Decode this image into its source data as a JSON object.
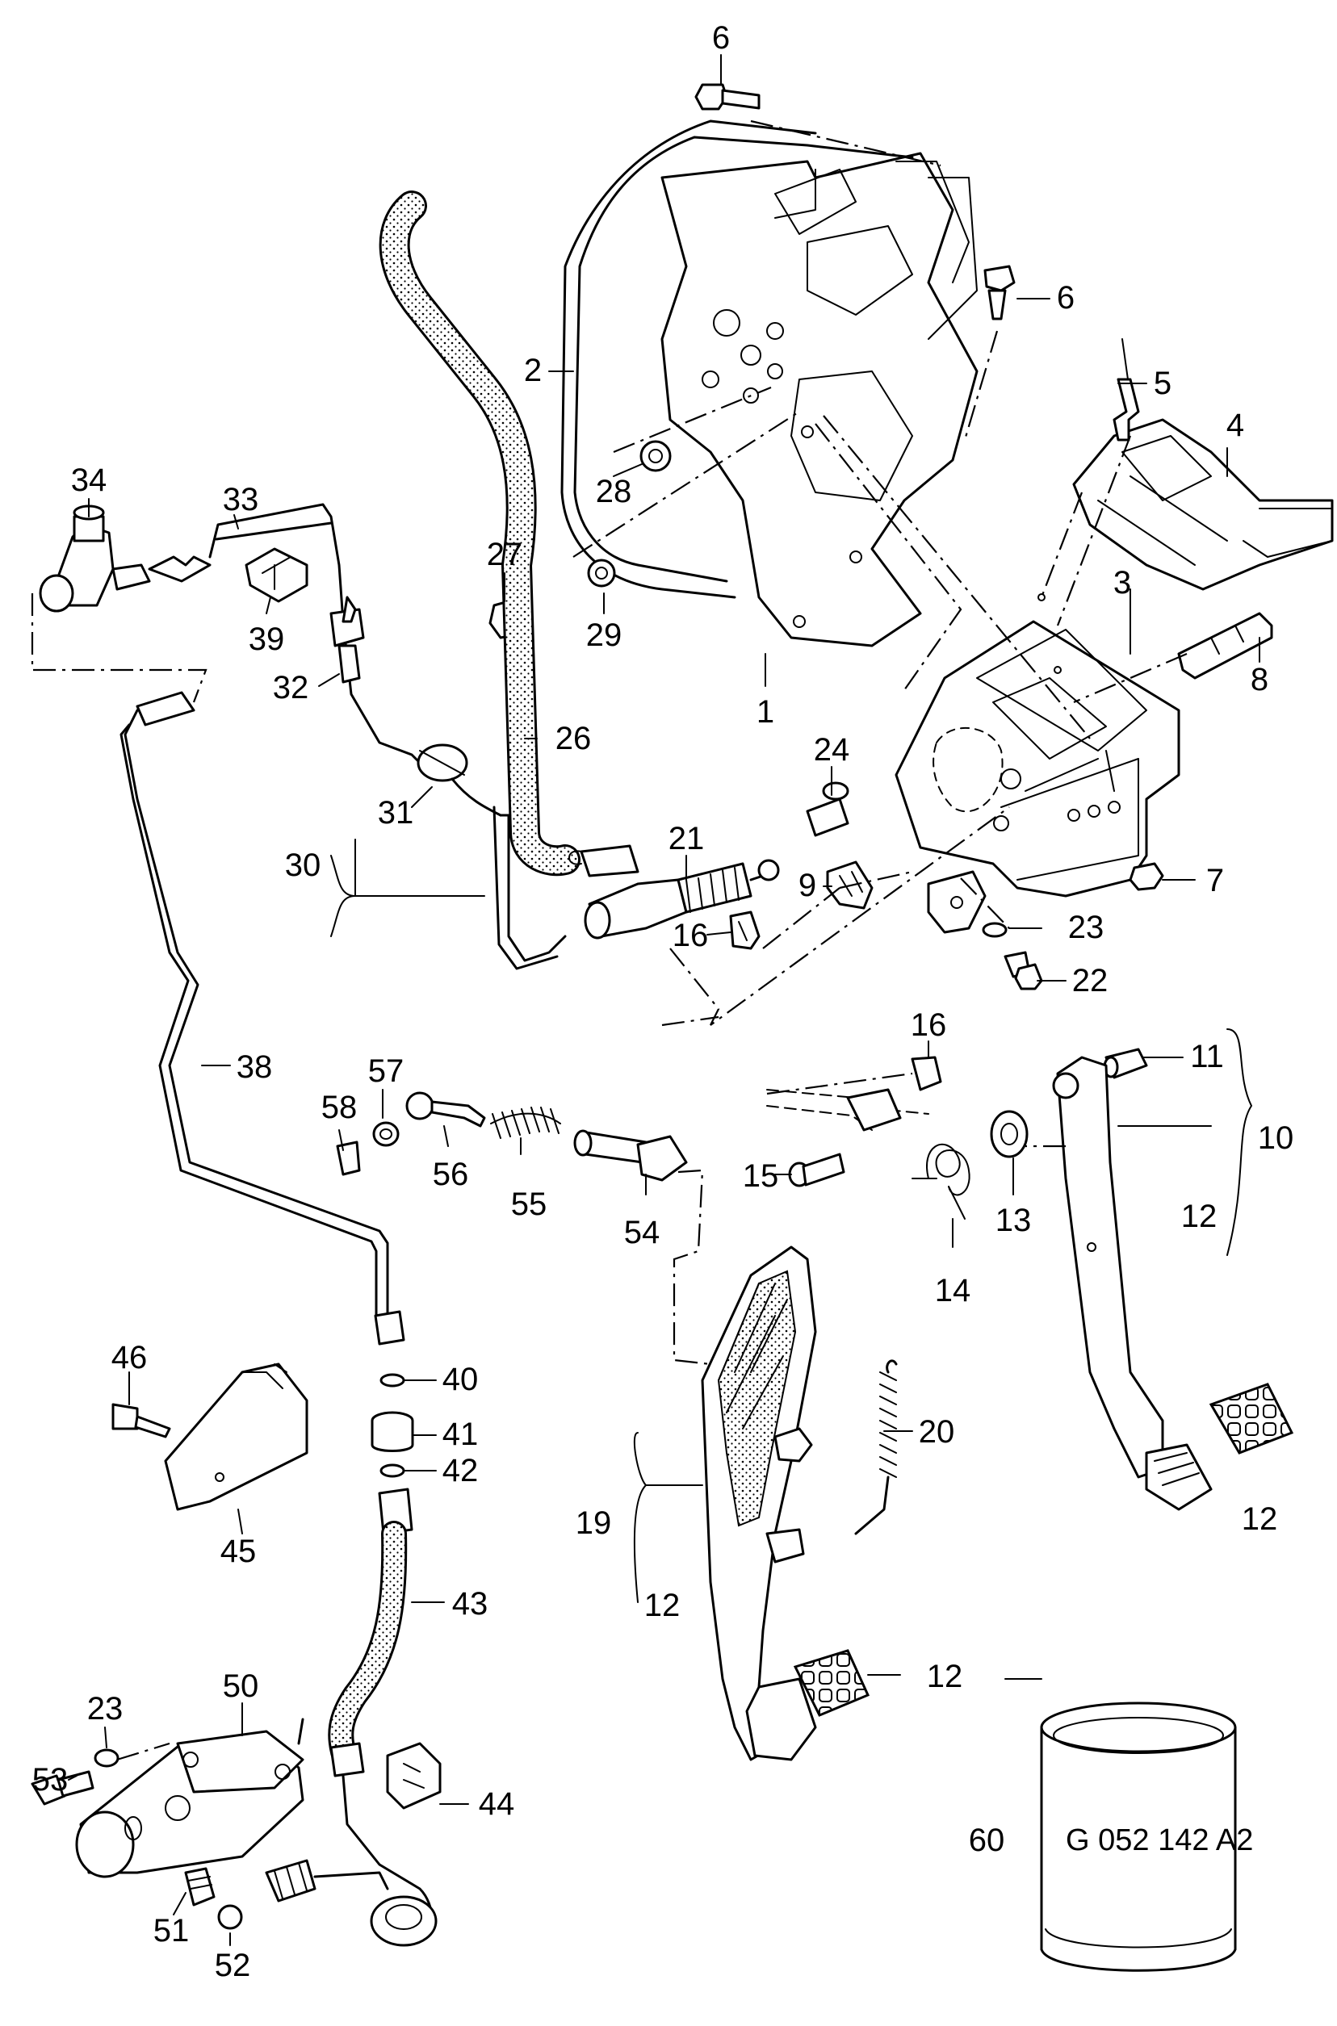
{
  "diagram": {
    "labels": [
      {
        "id": "l6a",
        "text": "6"
      },
      {
        "id": "l6b",
        "text": "6"
      },
      {
        "id": "l5",
        "text": "5"
      },
      {
        "id": "l4",
        "text": "4"
      },
      {
        "id": "l2",
        "text": "2"
      },
      {
        "id": "l3",
        "text": "3"
      },
      {
        "id": "l8",
        "text": "8"
      },
      {
        "id": "l28",
        "text": "28"
      },
      {
        "id": "l27",
        "text": "27"
      },
      {
        "id": "l29",
        "text": "29"
      },
      {
        "id": "l1",
        "text": "1"
      },
      {
        "id": "l34",
        "text": "34"
      },
      {
        "id": "l33",
        "text": "33"
      },
      {
        "id": "l39",
        "text": "39"
      },
      {
        "id": "l32",
        "text": "32"
      },
      {
        "id": "l26",
        "text": "26"
      },
      {
        "id": "l24",
        "text": "24"
      },
      {
        "id": "l21",
        "text": "21"
      },
      {
        "id": "l31",
        "text": "31"
      },
      {
        "id": "l30",
        "text": "30"
      },
      {
        "id": "l9",
        "text": "9"
      },
      {
        "id": "l16a",
        "text": "16"
      },
      {
        "id": "l7",
        "text": "7"
      },
      {
        "id": "l23a",
        "text": "23"
      },
      {
        "id": "l22",
        "text": "22"
      },
      {
        "id": "l38",
        "text": "38"
      },
      {
        "id": "l57",
        "text": "57"
      },
      {
        "id": "l58",
        "text": "58"
      },
      {
        "id": "l56",
        "text": "56"
      },
      {
        "id": "l55",
        "text": "55"
      },
      {
        "id": "l54",
        "text": "54"
      },
      {
        "id": "l16b",
        "text": "16"
      },
      {
        "id": "l15",
        "text": "15"
      },
      {
        "id": "l13",
        "text": "13"
      },
      {
        "id": "l14",
        "text": "14"
      },
      {
        "id": "l11",
        "text": "11"
      },
      {
        "id": "l10",
        "text": "10"
      },
      {
        "id": "l12a",
        "text": "12"
      },
      {
        "id": "l46",
        "text": "46"
      },
      {
        "id": "l40",
        "text": "40"
      },
      {
        "id": "l41",
        "text": "41"
      },
      {
        "id": "l42",
        "text": "42"
      },
      {
        "id": "l45",
        "text": "45"
      },
      {
        "id": "l20",
        "text": "20"
      },
      {
        "id": "l19",
        "text": "19"
      },
      {
        "id": "l12b",
        "text": "12"
      },
      {
        "id": "l12c",
        "text": "12"
      },
      {
        "id": "l43",
        "text": "43"
      },
      {
        "id": "l23b",
        "text": "23"
      },
      {
        "id": "l50",
        "text": "50"
      },
      {
        "id": "l53",
        "text": "53"
      },
      {
        "id": "l12d",
        "text": "12"
      },
      {
        "id": "l44",
        "text": "44"
      },
      {
        "id": "l60",
        "text": "60"
      },
      {
        "id": "l51",
        "text": "51"
      },
      {
        "id": "l52",
        "text": "52"
      }
    ],
    "container_code": "G 052 142 A2"
  }
}
